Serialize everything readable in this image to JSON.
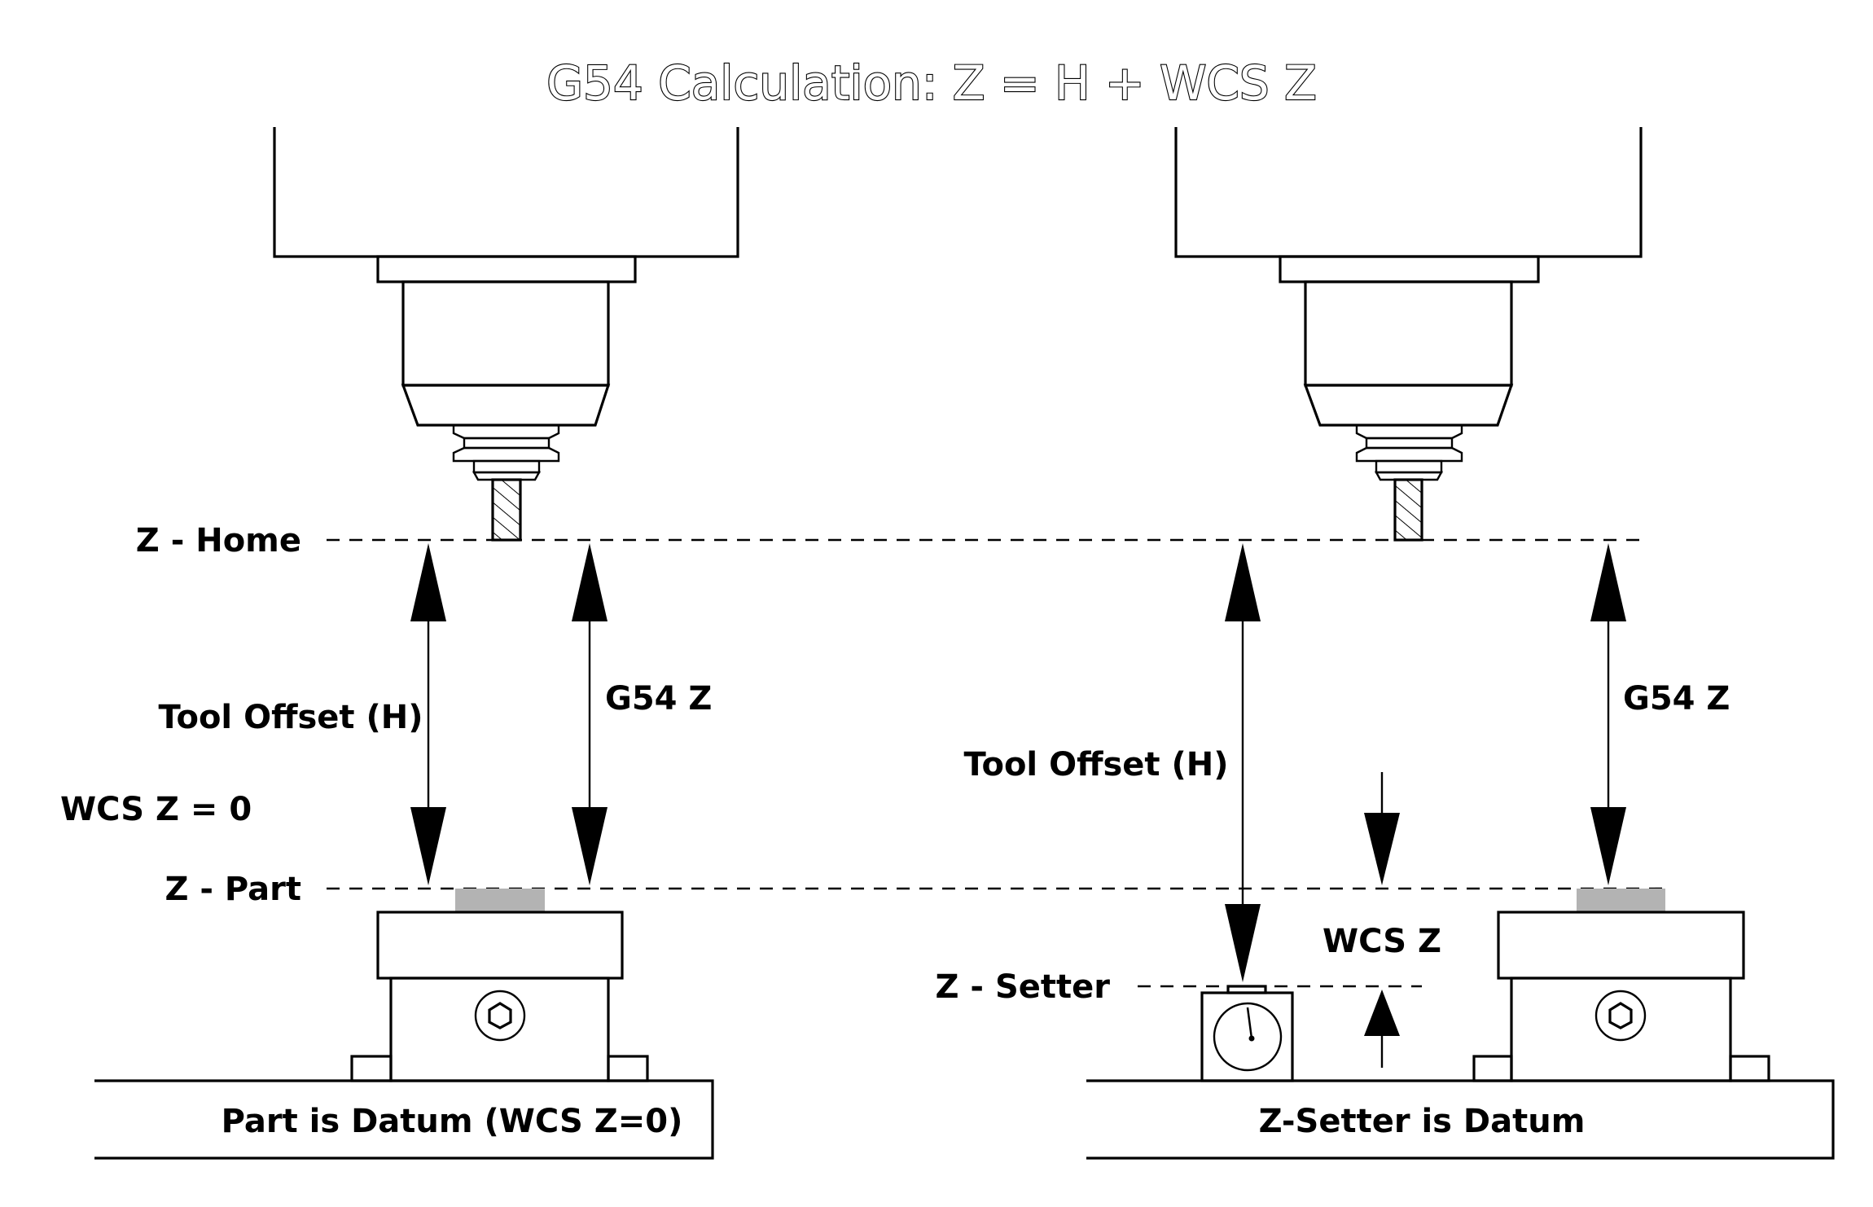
{
  "title": "G54 Calculation: Z = H + WCS Z",
  "colors": {
    "line": "#000000",
    "part": "#b3b3b3",
    "background": "#ffffff"
  },
  "left_panel": {
    "reference_lines": {
      "z_home": "Z - Home",
      "z_part": "Z - Part"
    },
    "wcs_label": "WCS Z = 0",
    "dimensions": {
      "tool_offset": "Tool Offset (H)",
      "g54": "G54 Z"
    },
    "base_caption": "Part is Datum (WCS Z=0)"
  },
  "right_panel": {
    "reference_lines": {
      "z_setter": "Z - Setter"
    },
    "dimensions": {
      "tool_offset": "Tool Offset (H)",
      "g54": "G54 Z",
      "wcs": "WCS Z"
    },
    "base_caption": "Z-Setter is Datum"
  },
  "icons": {
    "spindle": "spindle-head-icon",
    "tool": "end-mill-icon",
    "vise": "vise-icon",
    "bolt": "hex-bolt-icon",
    "z_setter": "dial-gauge-icon"
  }
}
